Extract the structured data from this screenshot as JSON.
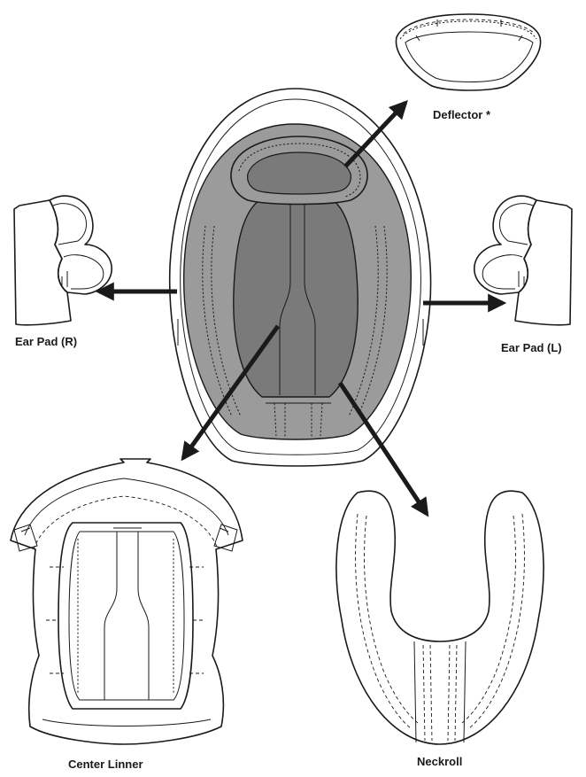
{
  "labels": {
    "deflector": "Deflector *",
    "ear_pad_right": "Ear Pad (R)",
    "ear_pad_left": "Ear Pad (L)",
    "center_liner": "Center Linner",
    "neckroll": "Neckroll"
  },
  "colors": {
    "ink": "#1a1a1a",
    "padding_light": "#9b9b9b",
    "padding_dark": "#7a7a7a",
    "background": "#ffffff"
  }
}
